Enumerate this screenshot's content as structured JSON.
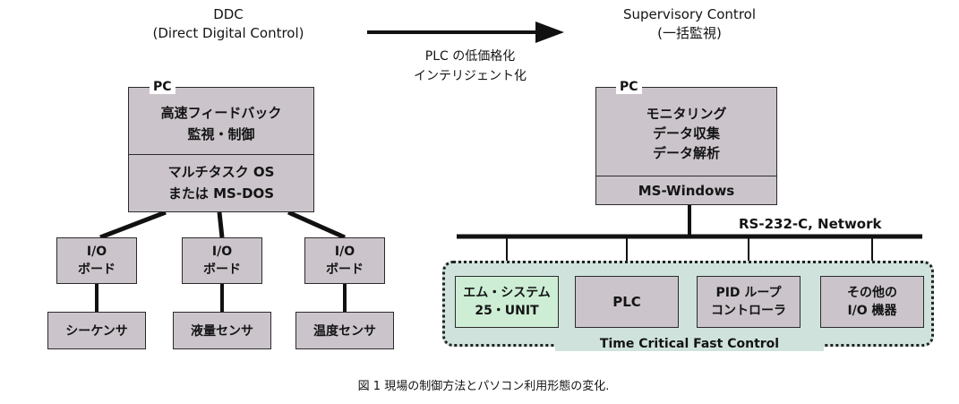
{
  "left": {
    "title": "DDC",
    "subtitle": "(Direct Digital Control)",
    "pc_label": "PC",
    "pc_lines": [
      "高速フィードバック",
      "監視・制御"
    ],
    "os_lines": [
      "マルチタスク OS",
      "または MS-DOS"
    ],
    "io_boards": [
      {
        "line1": "I/O",
        "line2": "ボード"
      },
      {
        "line1": "I/O",
        "line2": "ボード"
      },
      {
        "line1": "I/O",
        "line2": "ボード"
      }
    ],
    "sensors": [
      "シーケンサ",
      "液量センサ",
      "温度センサ"
    ]
  },
  "arrow": {
    "lines": [
      "PLC の低価格化",
      "インテリジェント化"
    ]
  },
  "right": {
    "title": "Supervisory Control",
    "subtitle": "(一括監視)",
    "pc_label": "PC",
    "pc_lines": [
      "モニタリング",
      "データ収集",
      "データ解析"
    ],
    "os_label": "MS-Windows",
    "network_label": "RS-232-C, Network",
    "devices": [
      {
        "line1": "エム・システム",
        "line2": "25・UNIT"
      },
      {
        "line1": "PLC",
        "line2": ""
      },
      {
        "line1": "PID ループ",
        "line2": "コントローラ"
      },
      {
        "line1": "その他の",
        "line2": "I/O 機器"
      }
    ],
    "group_label": "Time Critical Fast Control"
  },
  "caption": "図 1  現場の制御方法とパソコン利用形態の変化.",
  "colors": {
    "box_fill": "#cbc5cb",
    "panel_fill": "#cfe3dc",
    "highlight_fill": "#cdeed5",
    "line": "#111111"
  }
}
